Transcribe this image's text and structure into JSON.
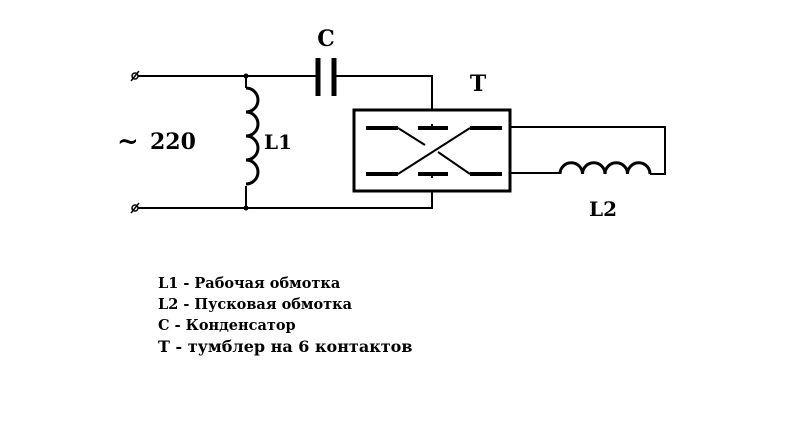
{
  "diagram": {
    "labels": {
      "capacitor": "C",
      "switch": "T",
      "voltage": "220",
      "voltage_symbol": "~",
      "coil_l1": "L1",
      "coil_l2": "L2"
    },
    "legend": [
      "L1 - Рабочая обмотка",
      "L2 - Пусковая обмотка",
      "C - Конденсатор",
      "T - тумблер на 6 контактов"
    ]
  }
}
